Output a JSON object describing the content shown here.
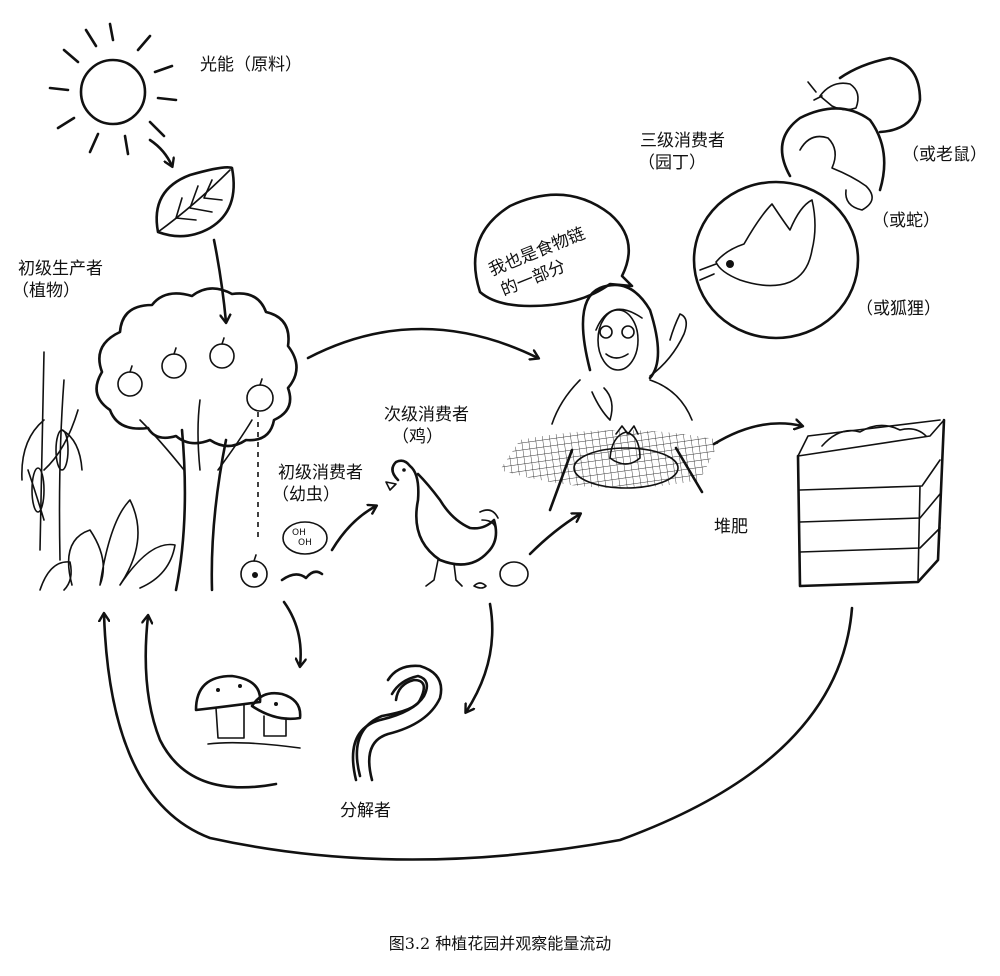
{
  "labels": {
    "sun": "光能（原料）",
    "producer_1": "初级生产者",
    "producer_2": "（植物）",
    "primary_consumer_1": "初级消费者",
    "primary_consumer_2": "（幼虫）",
    "secondary_consumer_1": "次级消费者",
    "secondary_consumer_2": "（鸡）",
    "tertiary_consumer_1": "三级消费者",
    "tertiary_consumer_2": "（园丁）",
    "mouse": "（或老鼠）",
    "snake": "（或蛇）",
    "fox": "（或狐狸）",
    "compost": "堆肥",
    "decomposer": "分解者",
    "speech_1": "我也是食物链",
    "speech_2": "的一部分",
    "grub_sound_1": "OH",
    "grub_sound_2": "OH"
  },
  "caption": "图3.2  种植花园并观察能量流动"
}
